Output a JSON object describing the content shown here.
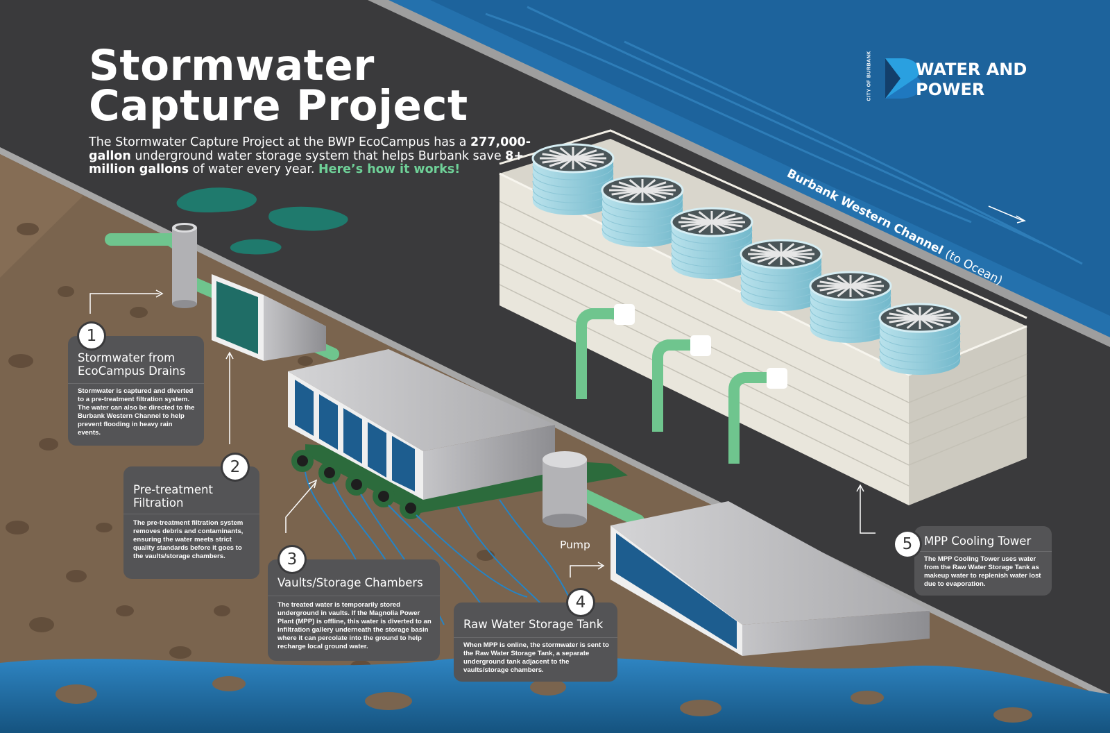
{
  "header": {
    "title_line1": "Stormwater",
    "title_line2": "Capture Project",
    "intro_part1": "The Stormwater Capture Project at the BWP EcoCampus has a ",
    "intro_bold1": "277,000-gallon",
    "intro_part2": " underground water storage system that helps Burbank save ",
    "intro_bold2": "8+ million gallons",
    "intro_part3": " of water every year. ",
    "intro_highlight": "Here’s how it works!"
  },
  "logo": {
    "city_label": "CITY OF BURBANK",
    "line1": "WATER AND",
    "line2": "POWER"
  },
  "channel": {
    "name": "Burbank Western Channel",
    "sub": "(to Ocean)"
  },
  "pump_label": "Pump",
  "steps": [
    {
      "number": "1",
      "title_line1": "Stormwater from",
      "title_line2": "EcoCampus Drains",
      "body": "Stormwater is captured and diverted to a pre-treatment filtration system. The water can also be directed to the Burbank Western Channel to help prevent flooding in heavy rain events."
    },
    {
      "number": "2",
      "title_line1": "Pre-treatment",
      "title_line2": "Filtration",
      "body": "The pre-treatment filtration system removes debris and contaminants, ensuring the water meets strict quality standards before it goes to the vaults/storage chambers."
    },
    {
      "number": "3",
      "title_line1": "Vaults/Storage Chambers",
      "title_line2": "",
      "body": "The treated water is temporarily stored underground in vaults. If the Magnolia Power Plant (MPP) is offline, this water is diverted to an infiltration gallery underneath the storage basin where it can percolate into the ground to help recharge local ground water."
    },
    {
      "number": "4",
      "title_line1": "Raw Water Storage Tank",
      "title_line2": "",
      "body": "When MPP is online, the stormwater is sent to the Raw Water Storage Tank, a separate underground tank adjacent to the vaults/storage chambers."
    },
    {
      "number": "5",
      "title_line1": "MPP Cooling Tower",
      "title_line2": "",
      "body": "The MPP Cooling Tower uses water from the Raw Water Storage Tank as makeup water to replenish water lost due to evaporation."
    }
  ],
  "colors": {
    "background": "#3a3a3c",
    "soil": "#7a644e",
    "water": "#1e6aa6",
    "pipe": "#6fc58e",
    "highlight": "#6fd198",
    "box": "#545456"
  }
}
